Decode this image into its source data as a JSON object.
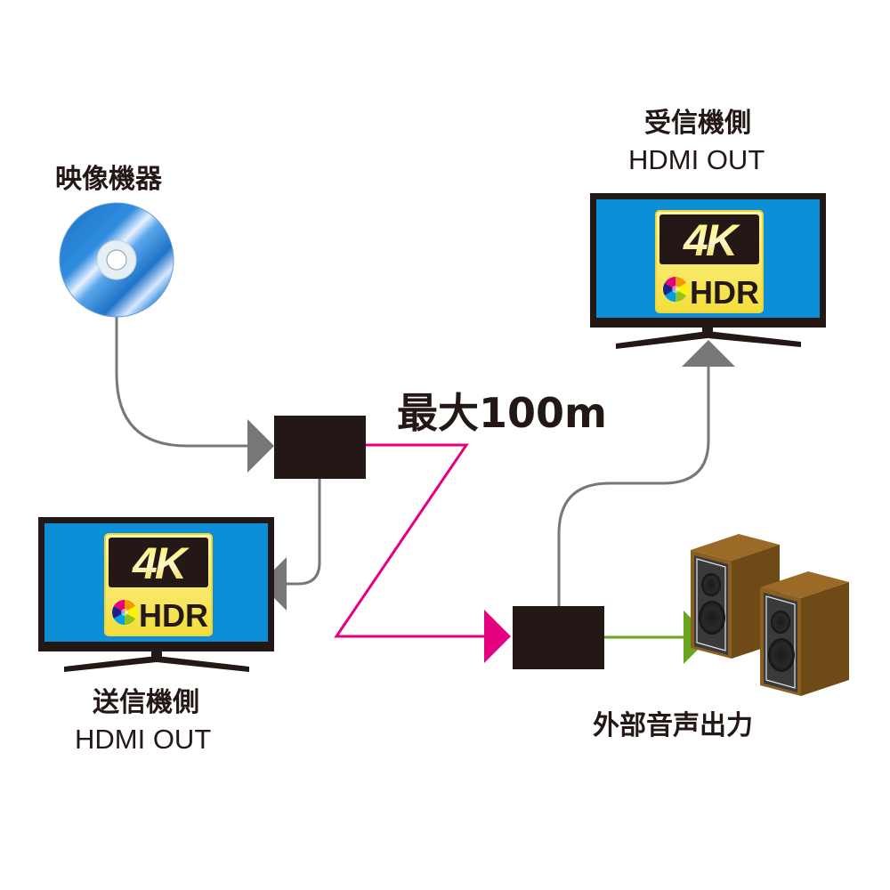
{
  "labels": {
    "source_device": "映像機器",
    "receiver_side": "受信機側",
    "receiver_hdmi": "HDMI OUT",
    "transmitter_side": "送信機側",
    "transmitter_hdmi": "HDMI OUT",
    "max_distance": "最大100m",
    "external_audio": "外部音声出力"
  },
  "badges": {
    "resolution": "4K",
    "dynamic_range": "HDR"
  },
  "colors": {
    "screen_blue": "#0d8fd8",
    "tv_frame": "#231815",
    "box_black": "#231815",
    "cable_gray": "#777777",
    "lan_magenta": "#e4007f",
    "audio_green": "#6aa61e",
    "badge_yellow": "#f5e24a",
    "speaker_wood": "#8a5f22"
  }
}
